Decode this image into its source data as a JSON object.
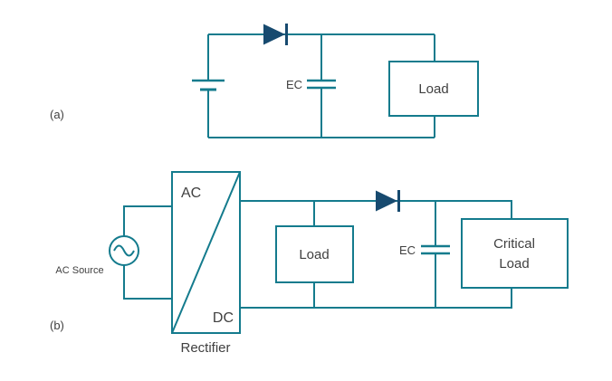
{
  "colors": {
    "wire": "#147b8d",
    "diode": "#174a6f",
    "text": "#404040",
    "background": "#ffffff"
  },
  "icons": {
    "battery": "battery-icon",
    "diode": "diode-icon",
    "capacitor": "capacitor-icon",
    "ac_source": "ac-source-icon"
  },
  "circuit_a": {
    "label": "(a)",
    "capacitor_label": "EC",
    "load_label": "Load"
  },
  "circuit_b": {
    "label": "(b)",
    "source_label": "AC Source",
    "rectifier_ac": "AC",
    "rectifier_dc": "DC",
    "rectifier_caption": "Rectifier",
    "load_label": "Load",
    "capacitor_label": "EC",
    "critical_load_line1": "Critical",
    "critical_load_line2": "Load"
  }
}
